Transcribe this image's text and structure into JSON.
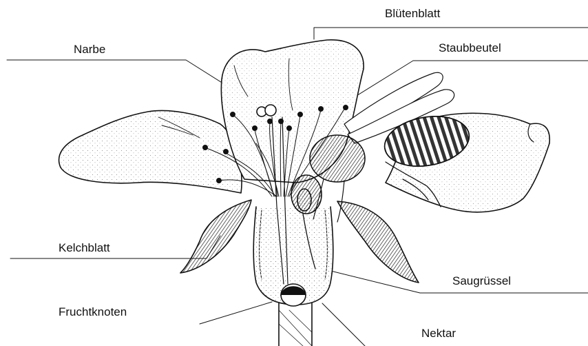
{
  "diagram": {
    "subject": "flower-cross-section-with-bee",
    "labels": {
      "bluetenblatt": "Blütenblatt",
      "narbe": "Narbe",
      "staubbeutel": "Staubbeutel",
      "kelchblatt": "Kelchblatt",
      "saugruessel": "Saugrüssel",
      "fruchtknoten": "Fruchtknoten",
      "nektar": "Nektar"
    },
    "colors": {
      "ink": "#111111",
      "paper": "#ffffff"
    }
  }
}
